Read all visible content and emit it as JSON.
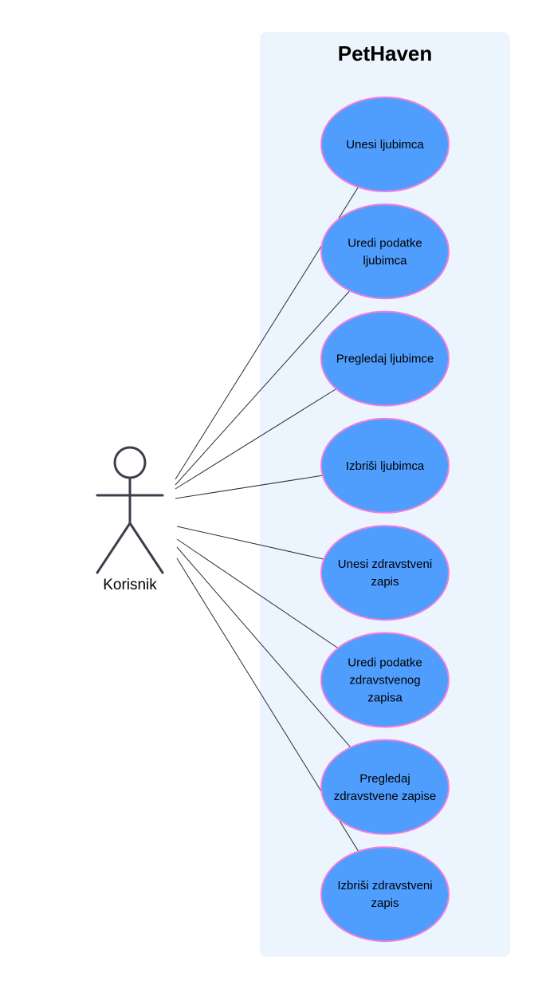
{
  "system": {
    "title": "PetHaven"
  },
  "actor": {
    "label": "Korisnik"
  },
  "use_cases": [
    {
      "lines": [
        "Unesi ljubimca"
      ]
    },
    {
      "lines": [
        "Uredi podatke",
        "ljubimca"
      ]
    },
    {
      "lines": [
        "Pregledaj ljubimce"
      ]
    },
    {
      "lines": [
        "Izbriši ljubimca"
      ]
    },
    {
      "lines": [
        "Unesi zdravstveni",
        "zapis"
      ]
    },
    {
      "lines": [
        "Uredi podatke",
        "zdravstvenog",
        "zapisa"
      ]
    },
    {
      "lines": [
        "Pregledaj",
        "zdravstvene zapise"
      ]
    },
    {
      "lines": [
        "Izbriši zdravstveni",
        "zapis"
      ]
    }
  ],
  "colors": {
    "boundary_fill": "#ecf4fe",
    "use_case_fill": "#4f9dfd",
    "use_case_border": "#f07fdc",
    "actor_stroke": "#3a3f4a",
    "line": "#2b2f38"
  }
}
